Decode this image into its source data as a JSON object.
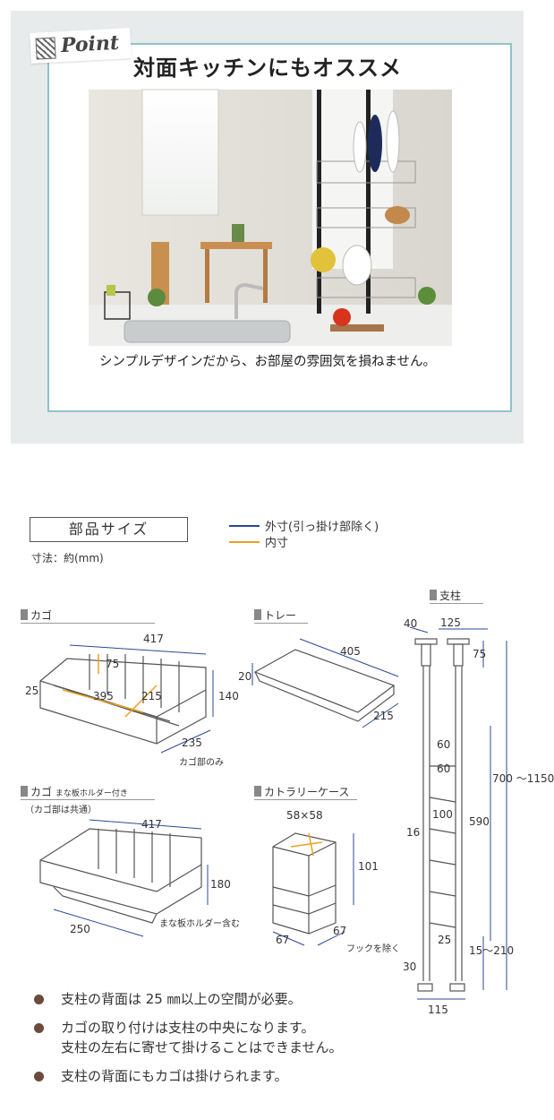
{
  "point_section": {
    "tag_label": "Point",
    "headline": "対面キッチンにもオススメ",
    "caption": "シンプルデザインだから、お部屋の雰囲気を損ねません。"
  },
  "sizes": {
    "title": "部品サイズ",
    "unit": "寸法：約(mm)",
    "legend": [
      {
        "label": "外寸(引っ掛け部除く)",
        "color": "#2a4a96"
      },
      {
        "label": "内寸",
        "color": "#f0a020"
      }
    ],
    "basket": {
      "title": "カゴ",
      "dims": {
        "w_outer": "417",
        "h_inner": "75",
        "w_inner": "395",
        "d_inner": "215",
        "left": "25",
        "h_outer": "140",
        "d_outer": "235",
        "note": "カゴ部のみ"
      }
    },
    "tray": {
      "title": "トレー",
      "dims": {
        "w": "405",
        "h": "20",
        "d": "215"
      }
    },
    "basket_holder": {
      "title": "カゴ",
      "subtitle": "まな板ホルダー付き",
      "note": "（カゴ部は共通）",
      "dims": {
        "w": "417",
        "h": "180",
        "d": "250",
        "holder_note": "まな板ホルダー含む"
      }
    },
    "cutlery": {
      "title": "カトラリーケース",
      "dims": {
        "inner": "58×58",
        "h": "101",
        "w": "67",
        "d": "67",
        "hook_note": "フックを除く"
      }
    },
    "pole": {
      "title": "支柱",
      "dims": {
        "top_w": "40",
        "gap": "125",
        "top_h": "75",
        "s1": "60",
        "s2": "60",
        "width": "100",
        "pole_d": "16",
        "range_main": "590",
        "total": "700 〜1150",
        "bottom_gap": "25",
        "foot": "30",
        "bottom": "15〜210",
        "bottom_w": "115"
      }
    }
  },
  "notes": {
    "items": [
      {
        "lines": [
          "支柱の背面は 25 ㎜以上の空間が必要。"
        ]
      },
      {
        "lines": [
          "カゴの取り付けは支柱の中央になります。",
          "支柱の左右に寄せて掛けることはできません。"
        ]
      },
      {
        "lines": [
          "支柱の背面にもカゴは掛けられます。"
        ]
      }
    ]
  }
}
